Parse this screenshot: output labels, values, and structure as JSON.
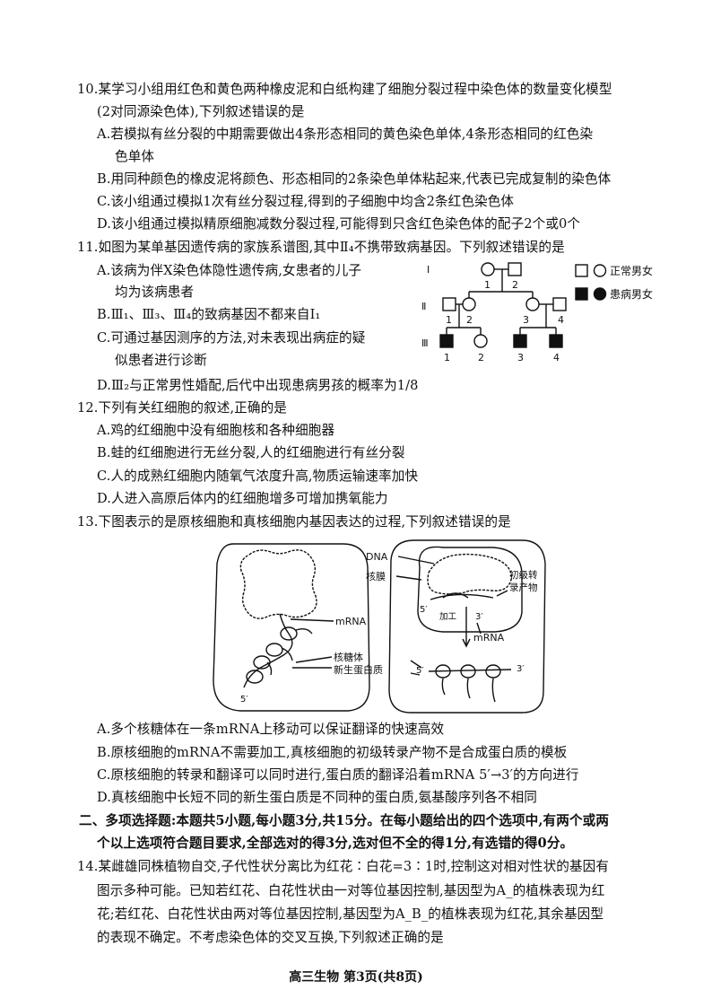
{
  "q10": {
    "stem_line1": "10.某学习小组用红色和黄色两种橡皮泥和白纸构建了细胞分裂过程中染色体的数量变化模型",
    "stem_line2": "(2对同源染色体),下列叙述错误的是",
    "A_line1": "A.若模拟有丝分裂的中期需要做出4条形态相同的黄色染色单体,4条形态相同的红色染",
    "A_line2": "色单体",
    "B": "B.用同种颜色的橡皮泥将颜色、形态相同的2条染色单体粘起来,代表已完成复制的染色体",
    "C": "C.该小组通过模拟1次有丝分裂过程,得到的子细胞中均含2条红色染色体",
    "D": "D.该小组通过模拟精原细胞减数分裂过程,可能得到只含红色染色体的配子2个或0个"
  },
  "q11": {
    "stem": "11.如图为某单基因遗传病的家族系谱图,其中Ⅱ₄不携带致病基因。下列叙述错误的是",
    "A_line1": "A.该病为伴X染色体隐性遗传病,女患者的儿子",
    "A_line2": "均为该病患者",
    "B": "B.Ⅲ₁、Ⅲ₃、Ⅲ₄的致病基因不都来自Ⅰ₁",
    "C_line1": "C.可通过基因测序的方法,对未表现出病症的疑",
    "C_line2": "似患者进行诊断",
    "D": "D.Ⅲ₂与正常男性婚配,后代中出现患病男孩的概率为1/8",
    "pedigree": {
      "gen1": "Ⅰ",
      "gen2": "Ⅱ",
      "gen3": "Ⅲ",
      "nums": [
        "1",
        "2",
        "1",
        "2",
        "3",
        "4",
        "1",
        "2",
        "3",
        "4"
      ],
      "legend_normal": "正常男女",
      "legend_affected": "患病男女"
    }
  },
  "q12": {
    "stem": "12.下列有关红细胞的叙述,正确的是",
    "A": "A.鸡的红细胞中没有细胞核和各种细胞器",
    "B": "B.蛙的红细胞进行无丝分裂,人的红细胞进行有丝分裂",
    "C": "C.人的成熟红细胞内随氧气浓度升高,物质运输速率加快",
    "D": "D.人进入高原后体内的红细胞增多可增加携氧能力"
  },
  "q13": {
    "stem": "13.下图表示的是原核细胞和真核细胞内基因表达的过程,下列叙述错误的是",
    "figure": {
      "dna": "DNA",
      "nuclear_membrane": "核膜",
      "primary_transcript_1": "初级转",
      "primary_transcript_2": "录产物",
      "mrna_left": "mRNA",
      "mrna_right": "mRNA",
      "ribosome": "核糖体",
      "nascent_protein": "新生蛋白质",
      "processing": "加工",
      "five_prime_a": "5′",
      "three_prime_a": "3′",
      "five_prime_b": "5′",
      "five_prime_c": "5′",
      "three_prime_c": "3′"
    },
    "A": "A.多个核糖体在一条mRNA上移动可以保证翻译的快速高效",
    "B": "B.原核细胞的mRNA不需要加工,真核细胞的初级转录产物不是合成蛋白质的模板",
    "C": "C.原核细胞的转录和翻译可以同时进行,蛋白质的翻译沿着mRNA 5′→3′的方向进行",
    "D": "D.真核细胞中长短不同的新生蛋白质是不同种的蛋白质,氨基酸序列各不相同"
  },
  "section2": {
    "line1": "二、多项选择题:本题共5小题,每小题3分,共15分。在每小题给出的四个选项中,有两个或两",
    "line2": "个以上选项符合题目要求,全部选对的得3分,选对但不全的得1分,有选错的得0分。"
  },
  "q14": {
    "line1": "14.某雌雄同株植物自交,子代性状分离比为红花∶白花=3∶1时,控制这对相对性状的基因有",
    "line2": "图示多种可能。已知若红花、白花性状由一对等位基因控制,基因型为A_的植株表现为红",
    "line3": "花;若红花、白花性状由两对等位基因控制,基因型为A_B_的植株表现为红花,其余基因型",
    "line4": "的表现不确定。不考虑染色体的交叉互换,下列叙述正确的是"
  },
  "footer": "高三生物 第3页(共8页)"
}
